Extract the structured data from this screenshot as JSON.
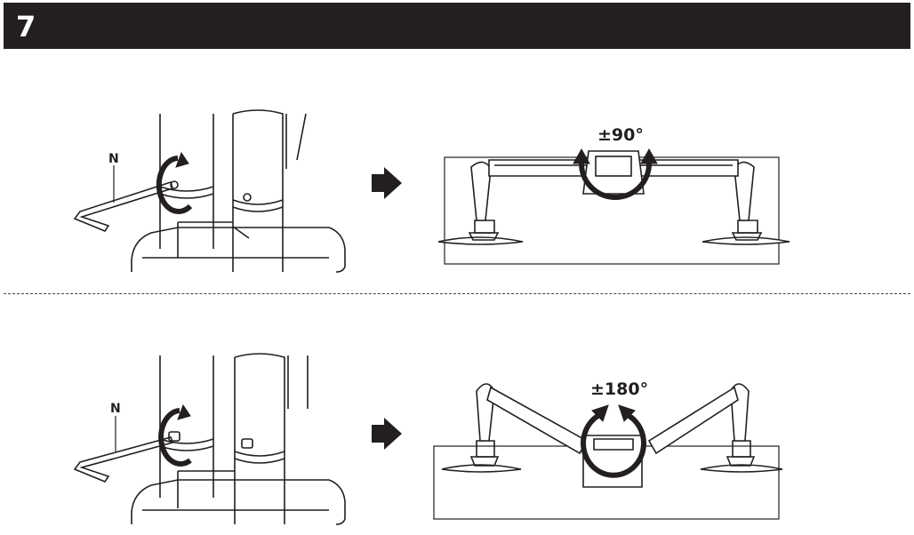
{
  "step": {
    "number": "7"
  },
  "top_panel": {
    "tool_label": "N",
    "rotation_label": "±90°"
  },
  "bottom_panel": {
    "tool_label": "N",
    "rotation_label": "±180°"
  }
}
